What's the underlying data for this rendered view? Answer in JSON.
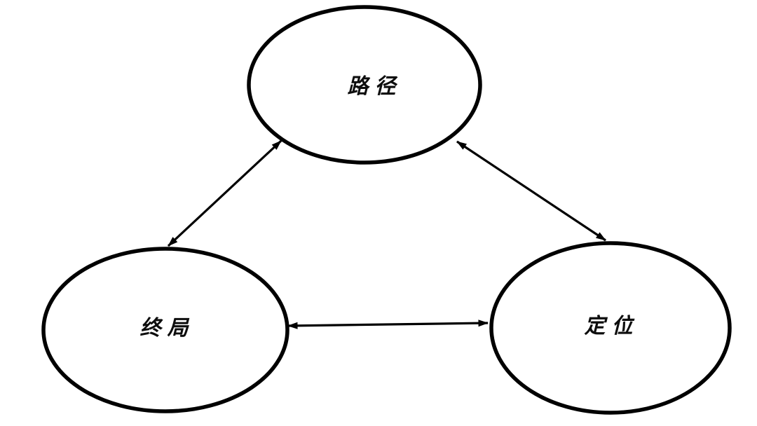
{
  "diagram": {
    "title": "strategy-concept-triangle",
    "background_color": "#ffffff",
    "stroke_color": "#000000",
    "nodes": [
      {
        "id": "path",
        "label": "路径",
        "position": "top"
      },
      {
        "id": "endgame",
        "label": "终局",
        "position": "bottom-left"
      },
      {
        "id": "positioning",
        "label": "定位",
        "position": "bottom-right"
      }
    ],
    "edges": [
      {
        "from": "endgame",
        "to": "path",
        "direction": "bidirectional"
      },
      {
        "from": "path",
        "to": "positioning",
        "direction": "bidirectional"
      },
      {
        "from": "endgame",
        "to": "positioning",
        "direction": "bidirectional"
      }
    ]
  }
}
